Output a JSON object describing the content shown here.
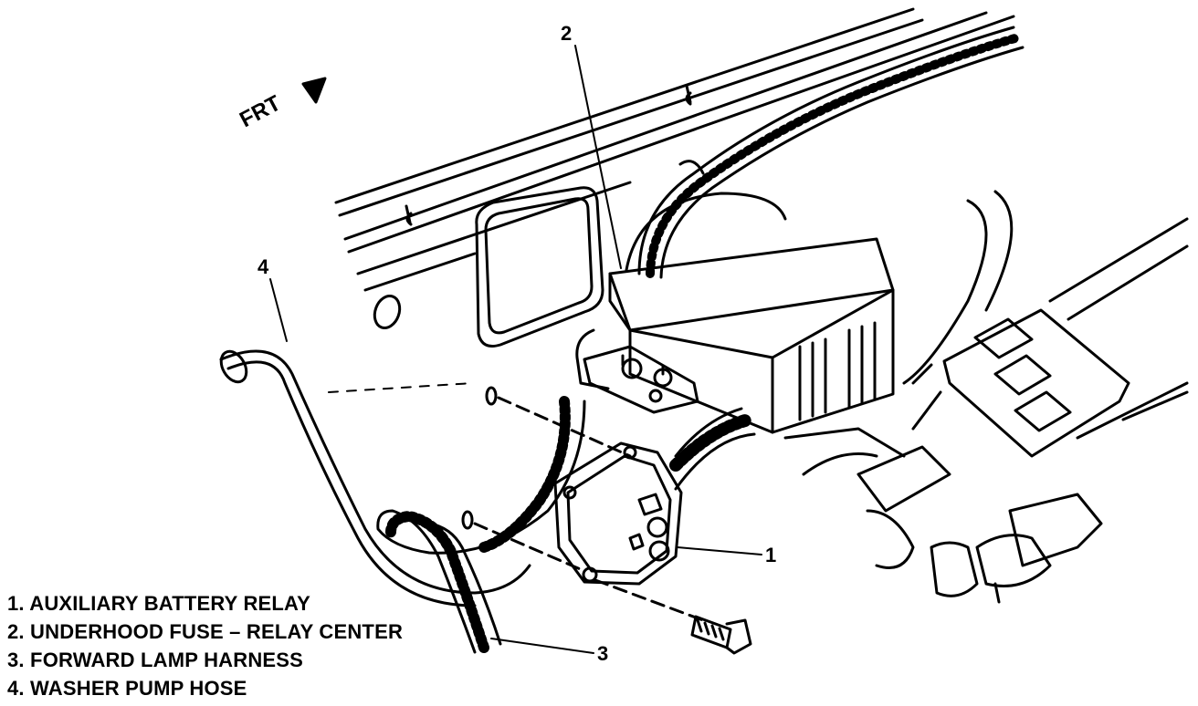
{
  "direction_label": "FRT",
  "callouts": {
    "c1": "1",
    "c2": "2",
    "c3": "3",
    "c4": "4"
  },
  "legend": [
    "1. AUXILIARY BATTERY RELAY",
    "2. UNDERHOOD FUSE – RELAY CENTER",
    "3. FORWARD LAMP HARNESS",
    "4. WASHER PUMP HOSE"
  ]
}
